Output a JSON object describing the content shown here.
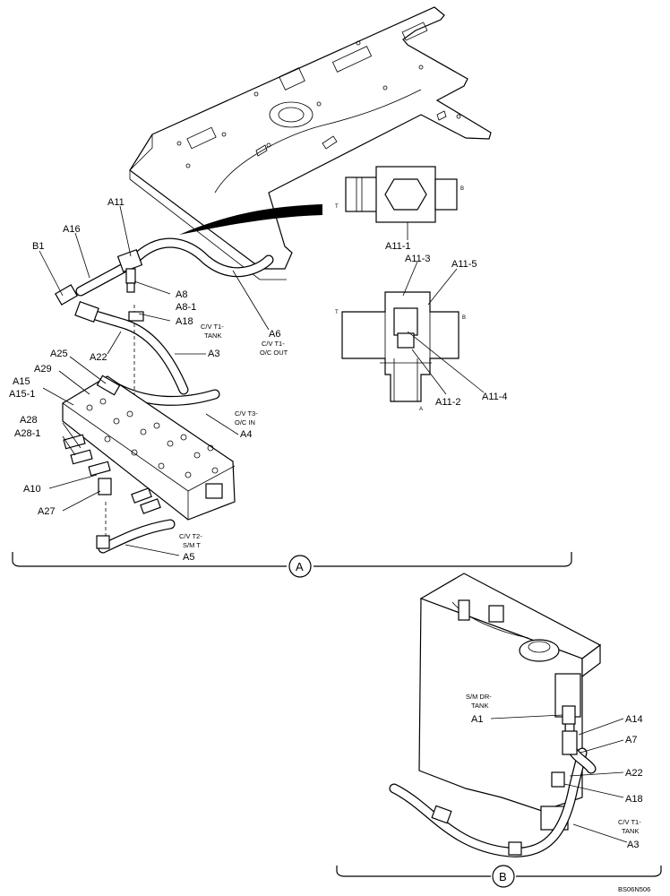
{
  "section_a": {
    "callout": "A",
    "labels": {
      "a11": "A11",
      "a16": "A16",
      "b1": "B1",
      "a8": "A8",
      "a8_1": "A8-1",
      "a18": "A18",
      "a22": "A22",
      "a25": "A25",
      "a29": "A29",
      "a15": "A15",
      "a15_1": "A15-1",
      "a28": "A28",
      "a28_1": "A28-1",
      "a10": "A10",
      "a27": "A27",
      "a5": "A5",
      "a4": "A4",
      "a3": "A3",
      "a6": "A6",
      "a11_1": "A11-1",
      "a11_3": "A11-3",
      "a11_5": "A11-5",
      "a11_2": "A11-2",
      "a11_4": "A11-4"
    },
    "notes": {
      "cv_t1_tank_1": "C/V T1-",
      "cv_t1_tank_2": "TANK",
      "cv_t1_oc_1": "C/V T1-",
      "cv_t1_oc_2": "O/C OUT",
      "cv_t3_1": "C/V T3-",
      "cv_t3_2": "O/C IN",
      "cv_t2_1": "C/V T2-",
      "cv_t2_2": "S/M T"
    },
    "ports": {
      "t_top": "T",
      "b_top": "B",
      "t_bottom": "T",
      "b_bottom": "B",
      "a_bottom": "A"
    }
  },
  "section_b": {
    "callout": "B",
    "labels": {
      "a1": "A1",
      "a14": "A14",
      "a7": "A7",
      "a22": "A22",
      "a18": "A18",
      "a3": "A3"
    },
    "notes": {
      "sm_dr_1": "S/M DR-",
      "sm_dr_2": "TANK",
      "cv_t1_1": "C/V T1-",
      "cv_t1_2": "TANK"
    }
  },
  "figure_id": "BS06N506"
}
